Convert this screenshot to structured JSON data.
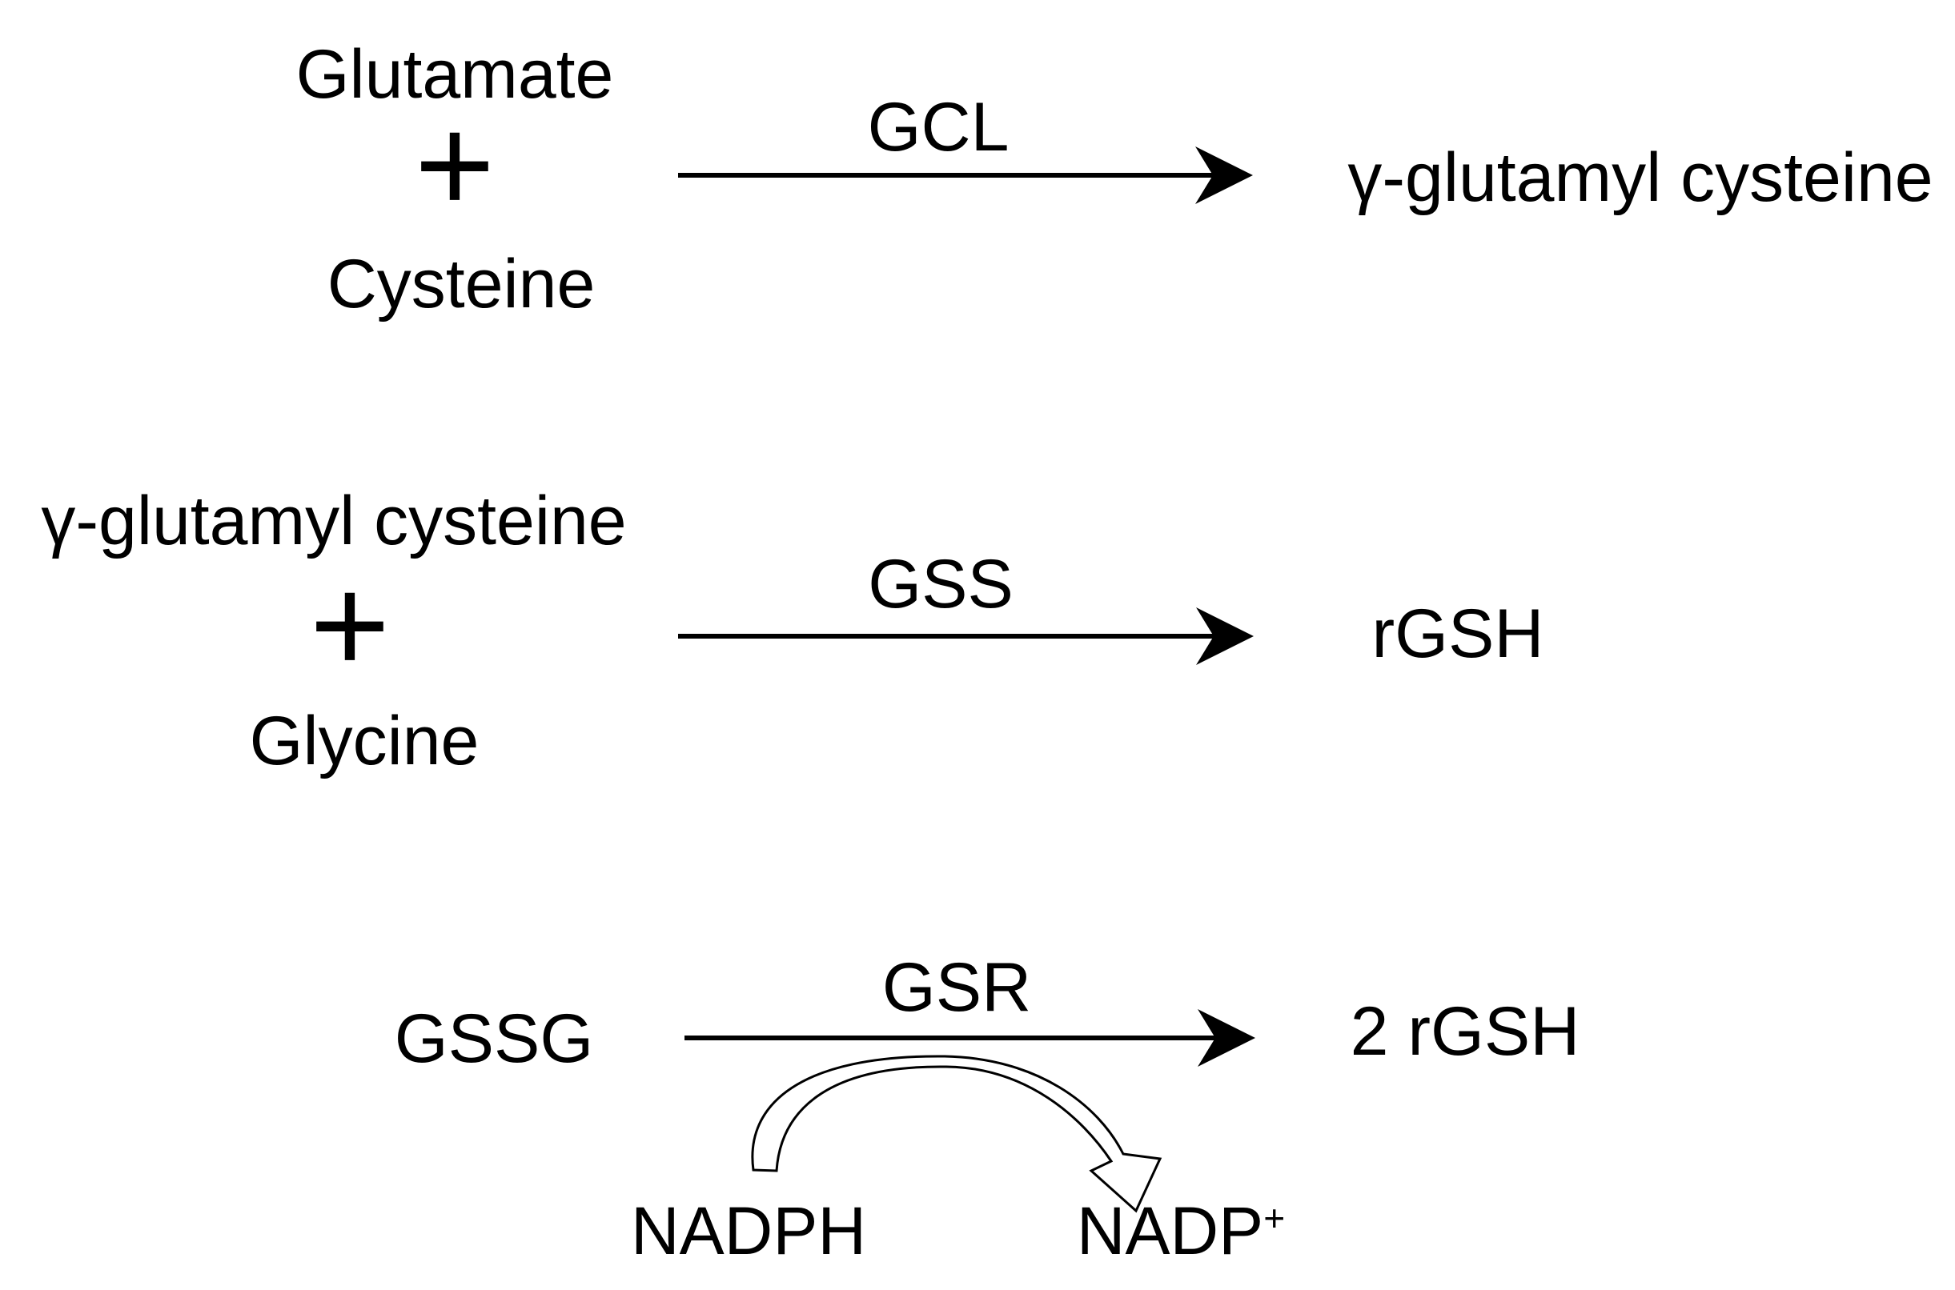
{
  "figure": {
    "background": "#ffffff",
    "ink": "#000000",
    "description": "glutathione-synthesis-pathway-diagram"
  },
  "reactions": [
    {
      "substrate_top": "Glutamate",
      "plus": "+",
      "substrate_bottom": "Cysteine",
      "enzyme": "GCL",
      "product": "γ-glutamyl cysteine"
    },
    {
      "substrate_top": "γ-glutamyl cysteine",
      "plus": "+",
      "substrate_bottom": "Glycine",
      "enzyme": "GSS",
      "product": "rGSH"
    },
    {
      "substrate": "GSSG",
      "enzyme": "GSR",
      "product": "2 rGSH",
      "cofactor_substrate": "NADPH",
      "cofactor_product_base": "NADP",
      "cofactor_product_superscript": "+"
    }
  ]
}
